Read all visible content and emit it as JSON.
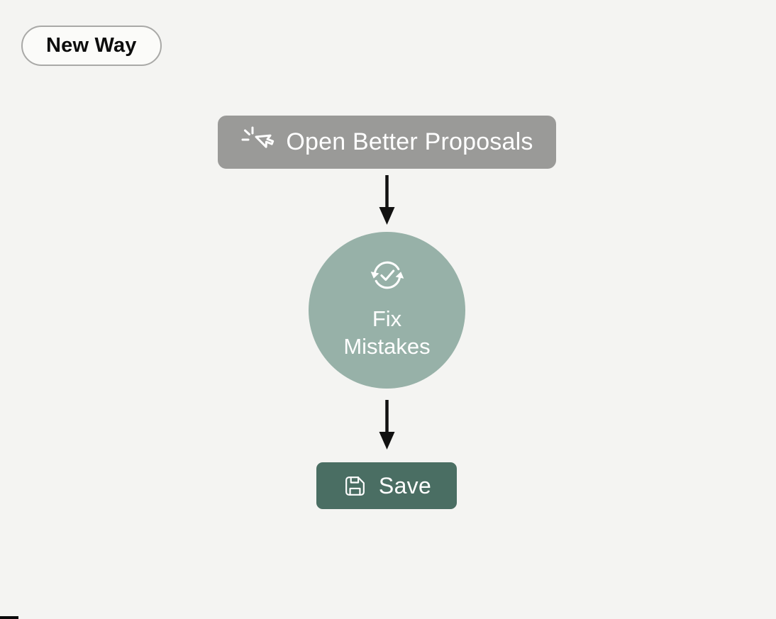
{
  "page": {
    "background_color": "#f4f4f2"
  },
  "badge": {
    "label": "New Way",
    "border_color": "#a9a9a7",
    "background_color": "#fbfbf9",
    "text_color": "#0d0d0d"
  },
  "flow": {
    "step_open": {
      "label": "Open Better Proposals",
      "icon": "cursor-click-icon",
      "background_color": "#9a9a98",
      "text_color": "#ffffff"
    },
    "arrow_1": {
      "icon": "arrow-down-icon",
      "color": "#111111"
    },
    "step_fix": {
      "label_line1": "Fix",
      "label_line2": "Mistakes",
      "icon": "sync-check-icon",
      "background_color": "#97b1a8",
      "text_color": "#ffffff"
    },
    "arrow_2": {
      "icon": "arrow-down-icon",
      "color": "#111111"
    },
    "step_save": {
      "label": "Save",
      "icon": "save-floppy-icon",
      "background_color": "#4a6e63",
      "text_color": "#ffffff"
    }
  }
}
